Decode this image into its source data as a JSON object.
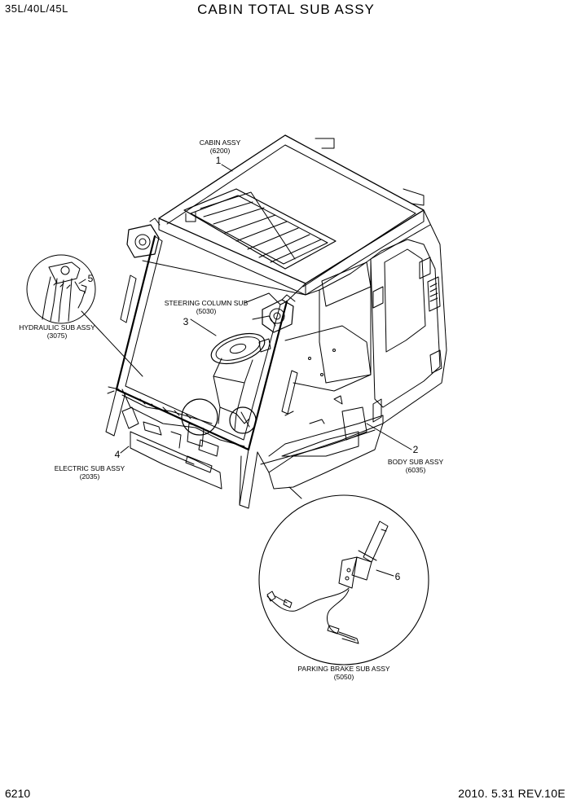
{
  "header": {
    "model": "35L/40L/45L",
    "title": "CABIN TOTAL SUB ASSY"
  },
  "callouts": [
    {
      "number": "1",
      "name": "CABIN ASSY",
      "code": "(6200)"
    },
    {
      "number": "2",
      "name": "BODY SUB ASSY",
      "code": "(6035)"
    },
    {
      "number": "3",
      "name": "STEERING COLUMN SUB",
      "code": "(5030)"
    },
    {
      "number": "4",
      "name": "ELECTRIC SUB ASSY",
      "code": "(2035)"
    },
    {
      "number": "5",
      "name": "HYDRAULIC SUB ASSY",
      "code": "(3075)"
    },
    {
      "number": "6",
      "name": "PARKING BRAKE SUB ASSY",
      "code": "(5050)"
    }
  ],
  "footer": {
    "page": "6210",
    "date_rev": "2010. 5.31  REV.10E"
  }
}
